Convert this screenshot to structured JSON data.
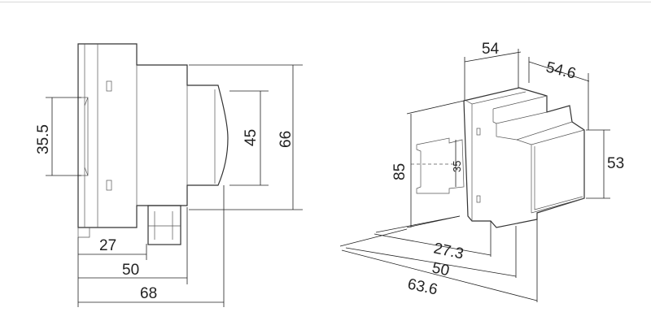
{
  "side_view": {
    "dimensions": {
      "depth_total": "68",
      "depth_mid": "50",
      "depth_rail": "27",
      "height_total": "66",
      "height_front": "45",
      "rail_width": "35.5"
    }
  },
  "iso_view": {
    "dimensions": {
      "width": "54",
      "width_top": "54.6",
      "front_height": "53",
      "height": "85",
      "rail": "35",
      "depth_rail": "27.3",
      "depth_mid": "50",
      "depth_total": "63.6"
    }
  }
}
